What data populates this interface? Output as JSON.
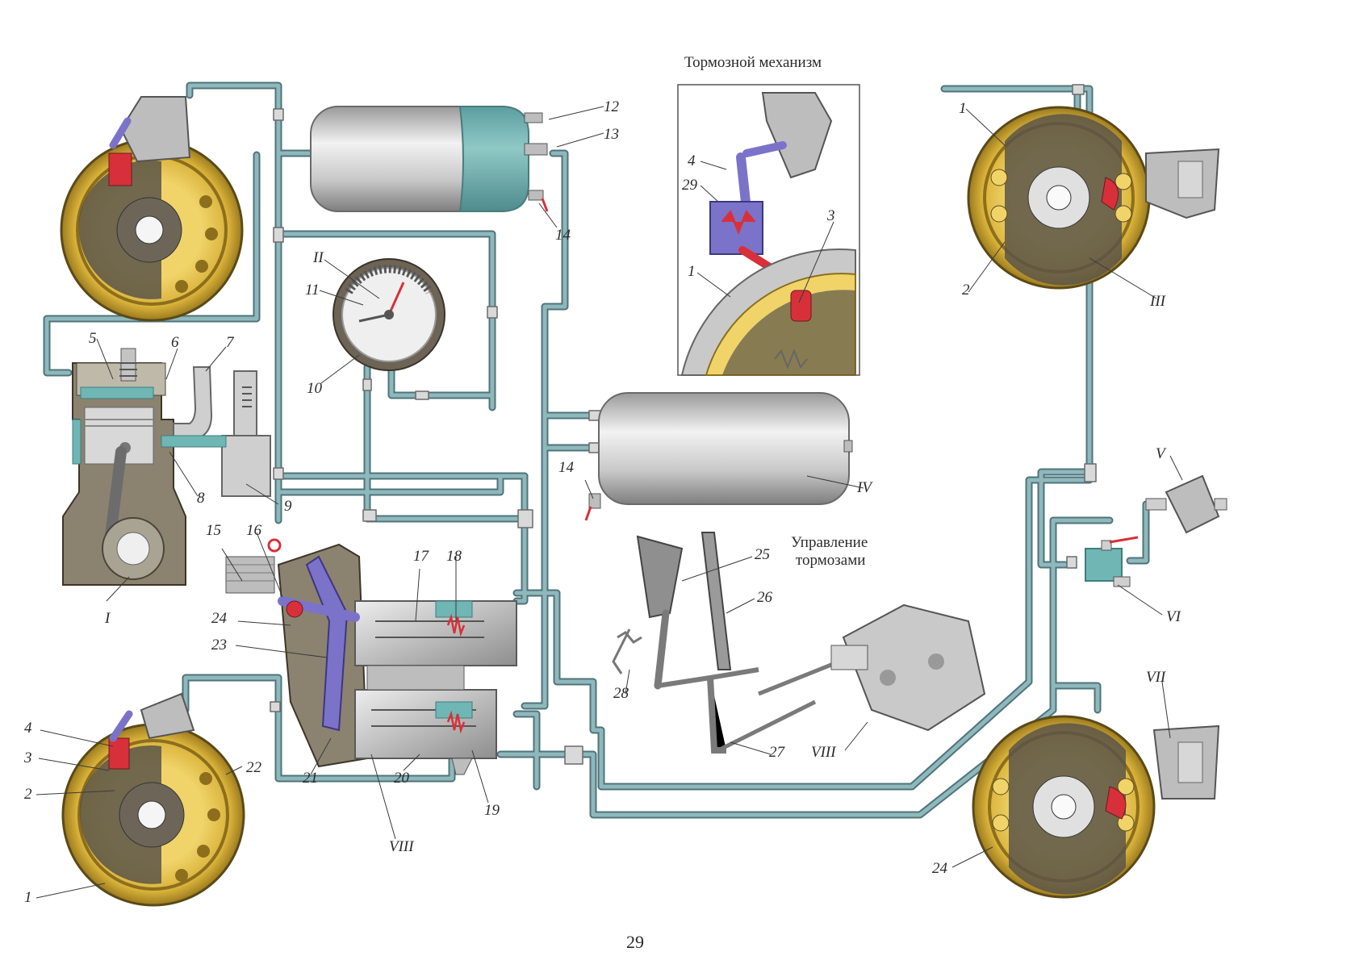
{
  "captions": {
    "brake_mechanism": "Тормозной механизм",
    "brake_control_line1": "Управление",
    "brake_control_line2": "тормозами"
  },
  "page_number": "29",
  "labels": {
    "l12": "12",
    "l13": "13",
    "l14a": "14",
    "lII": "II",
    "l11": "11",
    "l10": "10",
    "l5": "5",
    "l6": "6",
    "l7": "7",
    "l8": "8",
    "l9": "9",
    "lI": "I",
    "l15": "15",
    "l16": "16",
    "l17": "17",
    "l18": "18",
    "l24a": "24",
    "l23": "23",
    "l21": "21",
    "l20": "20",
    "l19": "19",
    "lVIIIa": "VIII",
    "l4a": "4",
    "l3a": "3",
    "l2a": "2",
    "l1a": "1",
    "l22": "22",
    "l4b": "4",
    "l29": "29",
    "l3b": "3",
    "l1b": "1",
    "lIV": "IV",
    "l14b": "14",
    "l25": "25",
    "l26": "26",
    "l28": "28",
    "l27": "27",
    "lVIIIb": "VIII",
    "l1c": "1",
    "l2c": "2",
    "lIII": "III",
    "lV": "V",
    "lVI": "VI",
    "lVII": "VII",
    "l24b": "24"
  },
  "colors": {
    "pipe": "#7fa7ad",
    "pipe_edge": "#4f7479",
    "drum_yellow": "#e8c64a",
    "drum_dark": "#5a5548",
    "receiver": "#c9c9c9",
    "lever": "#7b73c9",
    "accent_red": "#d8303a",
    "teal": "#6fb6b4"
  }
}
